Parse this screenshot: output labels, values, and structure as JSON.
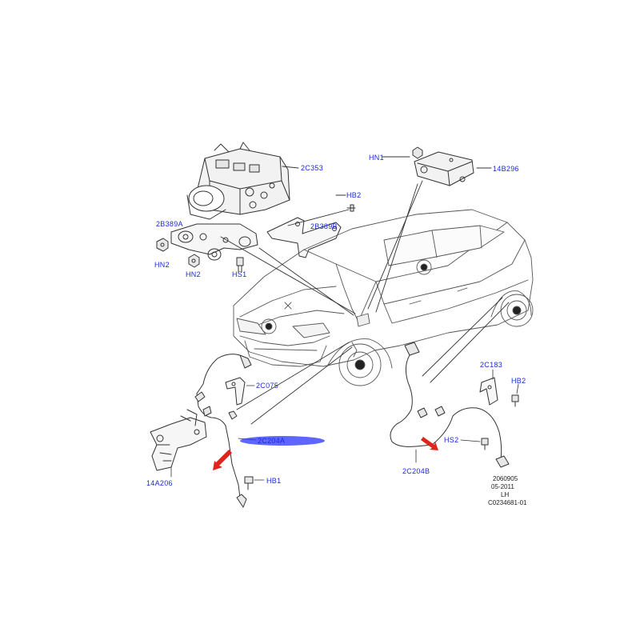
{
  "diagram": {
    "part_labels": {
      "c2c353": "2C353",
      "hn1": "HN1",
      "c14b296": "14B296",
      "hb2_top": "HB2",
      "c2b389a": "2B389A",
      "c2b389b": "2B389B",
      "hn2_left": "HN2",
      "hn2_mid": "HN2",
      "hs1": "HS1",
      "c2c075": "2C075",
      "c2c204a": "2C204A",
      "c14a206": "14A206",
      "hb1": "HB1",
      "c2c183": "2C183",
      "hb2_right": "HB2",
      "hs2": "HS2",
      "c2c204b": "2C204B"
    },
    "footer": {
      "code": "2060905",
      "date": "05-2011",
      "side": "LH",
      "ref": "C0234681-01"
    },
    "colors": {
      "label": "#1a2bd0",
      "line": "#333333",
      "highlight": "#2a33ff",
      "arrow": "#e0241c"
    }
  }
}
